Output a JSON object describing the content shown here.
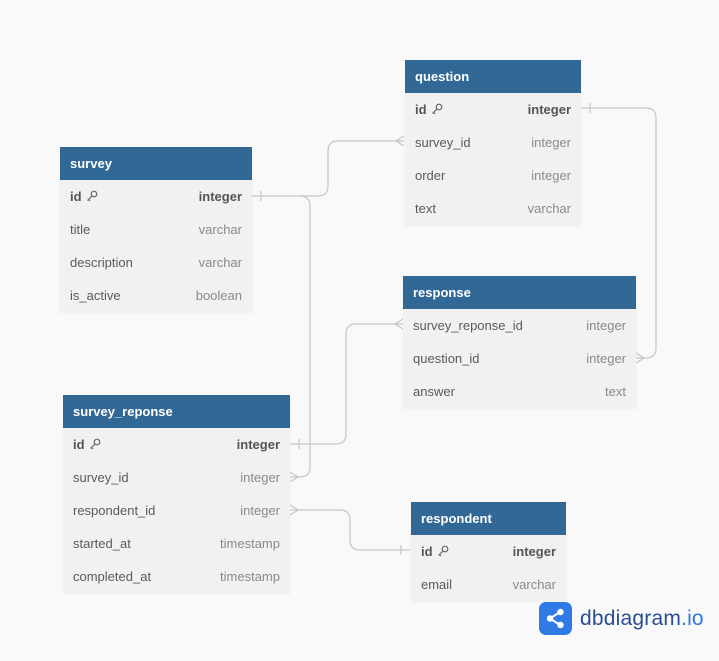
{
  "colors": {
    "header": "#316896",
    "row_bg": "#f1f1f1",
    "link": "#c6c6c6",
    "brand": "#2f7ae5"
  },
  "tables": {
    "survey": {
      "name": "survey",
      "fields": [
        {
          "name": "id",
          "type": "integer",
          "pk": true
        },
        {
          "name": "title",
          "type": "varchar"
        },
        {
          "name": "description",
          "type": "varchar"
        },
        {
          "name": "is_active",
          "type": "boolean"
        }
      ]
    },
    "question": {
      "name": "question",
      "fields": [
        {
          "name": "id",
          "type": "integer",
          "pk": true
        },
        {
          "name": "survey_id",
          "type": "integer"
        },
        {
          "name": "order",
          "type": "integer"
        },
        {
          "name": "text",
          "type": "varchar"
        }
      ]
    },
    "response": {
      "name": "response",
      "fields": [
        {
          "name": "survey_reponse_id",
          "type": "integer"
        },
        {
          "name": "question_id",
          "type": "integer"
        },
        {
          "name": "answer",
          "type": "text"
        }
      ]
    },
    "survey_reponse": {
      "name": "survey_reponse",
      "fields": [
        {
          "name": "id",
          "type": "integer",
          "pk": true
        },
        {
          "name": "survey_id",
          "type": "integer"
        },
        {
          "name": "respondent_id",
          "type": "integer"
        },
        {
          "name": "started_at",
          "type": "timestamp"
        },
        {
          "name": "completed_at",
          "type": "timestamp"
        }
      ]
    },
    "respondent": {
      "name": "respondent",
      "fields": [
        {
          "name": "id",
          "type": "integer",
          "pk": true
        },
        {
          "name": "email",
          "type": "varchar"
        }
      ]
    }
  },
  "brand": {
    "name": "dbdiagram",
    "suffix": ".io",
    "icon": "share-nodes-icon"
  }
}
